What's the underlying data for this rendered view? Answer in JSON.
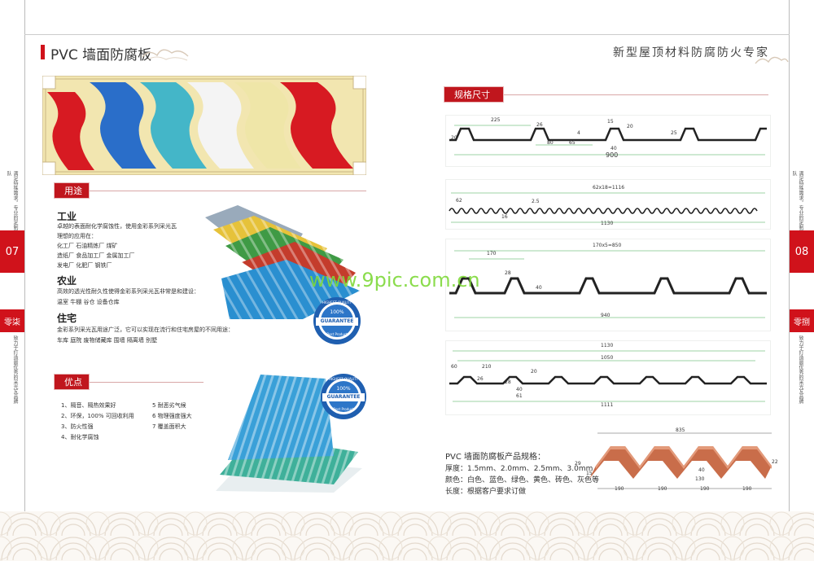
{
  "header": {
    "title": "PVC 墙面防腐板",
    "slogan": "新型屋顶材料防腐防火专家"
  },
  "side": {
    "left_page": "07",
    "right_page": "08",
    "left_tab": "零柒",
    "right_tab": "零捌",
    "vertical_text_top": "满足特殊需求，专业的定制团队",
    "vertical_text_bottom": "致力于打造最优秀的采光瓦品牌"
  },
  "sections": {
    "usage_tag": "用途",
    "advantage_tag": "优点",
    "spec_tag": "规格尺寸"
  },
  "usage": {
    "industry_title": "工业",
    "industry_lines": [
      "卓越的表面耐化学腐蚀性，使用金彩系列采光瓦",
      "理想的应用在：",
      "化工厂  石油精炼厂  煤矿",
      "造纸厂  食品加工厂  金属加工厂",
      "发电厂  化肥厂        钢铁厂"
    ],
    "agri_title": "农业",
    "agri_lines": [
      "高效的透光性耐久性使得金彩系列采光瓦非常是和建设：",
      "温室  牛棚  谷仓  设备仓库"
    ],
    "home_title": "住宅",
    "home_lines": [
      "金彩系列采光瓦用途广泛，它可以实现在流行和住宅房屋的不同用途：",
      "车库  庭院  废物储藏库  围墙  隔离墙  别墅"
    ]
  },
  "advantages": {
    "col1": [
      "1、隔音、隔热效果好",
      "2、环保，100% 可回收利用",
      "3、防火性强",
      "4、耐化学腐蚀"
    ],
    "col2": [
      "5 耐恶劣气候",
      "6 物理强度强大",
      "7 覆盖面积大"
    ]
  },
  "badge": {
    "top": "HIGHEST QUALITY",
    "pct": "100%",
    "main": "GUARANTEE",
    "bottom": "Best Product"
  },
  "watermark": "www.9pic.com.cn",
  "product_spec": {
    "title": "PVC 墙面防腐板产品规格：",
    "thickness": "厚度：1.5mm、2.0mm、2.5mm、3.0mm",
    "colors": "颜色：白色、蓝色、绿色、黄色、砖色、灰色等",
    "length": "长度：根据客户要求订做"
  },
  "diagrams": {
    "d1": {
      "dims": [
        "225",
        "26",
        "4",
        "15",
        "20",
        "25",
        "20",
        "40",
        "80",
        "65"
      ],
      "total": "900"
    },
    "d2": {
      "top": "62x18=1116",
      "dims": [
        "62",
        "2.5",
        "16"
      ],
      "total": "1130"
    },
    "d3": {
      "top": "170x5=850",
      "dims": [
        "170",
        "28",
        "40"
      ],
      "total": "940"
    },
    "d4": {
      "top": "1130",
      "mid": "1050",
      "dims": [
        "210",
        "20",
        "26",
        "28",
        "40",
        "61",
        "60"
      ],
      "total": "1111"
    },
    "d5": {
      "top": "835",
      "dims": [
        "29",
        "22",
        "15",
        "40",
        "130",
        "190",
        "190",
        "190",
        "190"
      ]
    }
  },
  "colors": {
    "accent": "#d0121b",
    "diagram_line": "#3aa84a",
    "roof_red": "#c43c2c",
    "roof_blue": "#2a8fd0",
    "roof_yellow": "#e6c23a",
    "roof_green": "#3f9a45"
  }
}
